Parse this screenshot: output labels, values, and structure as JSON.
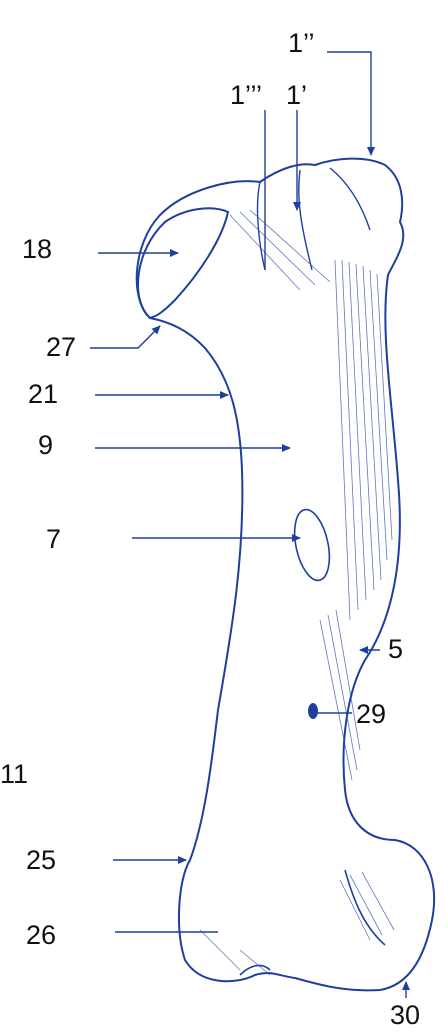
{
  "figure": {
    "stroke_color": "#1f3f9e",
    "hatch_color": "#2a4aa8",
    "label_color": "#111111",
    "labels": {
      "l_1pp": "1’’",
      "l_1ppp": "1’’’",
      "l_1p": "1’",
      "l_18": "18",
      "l_27": "27",
      "l_21": "21",
      "l_9": "9",
      "l_7": "7",
      "l_5": "5",
      "l_29": "29",
      "l_11": "11",
      "l_25": "25",
      "l_26": "26",
      "l_30": "30"
    }
  }
}
